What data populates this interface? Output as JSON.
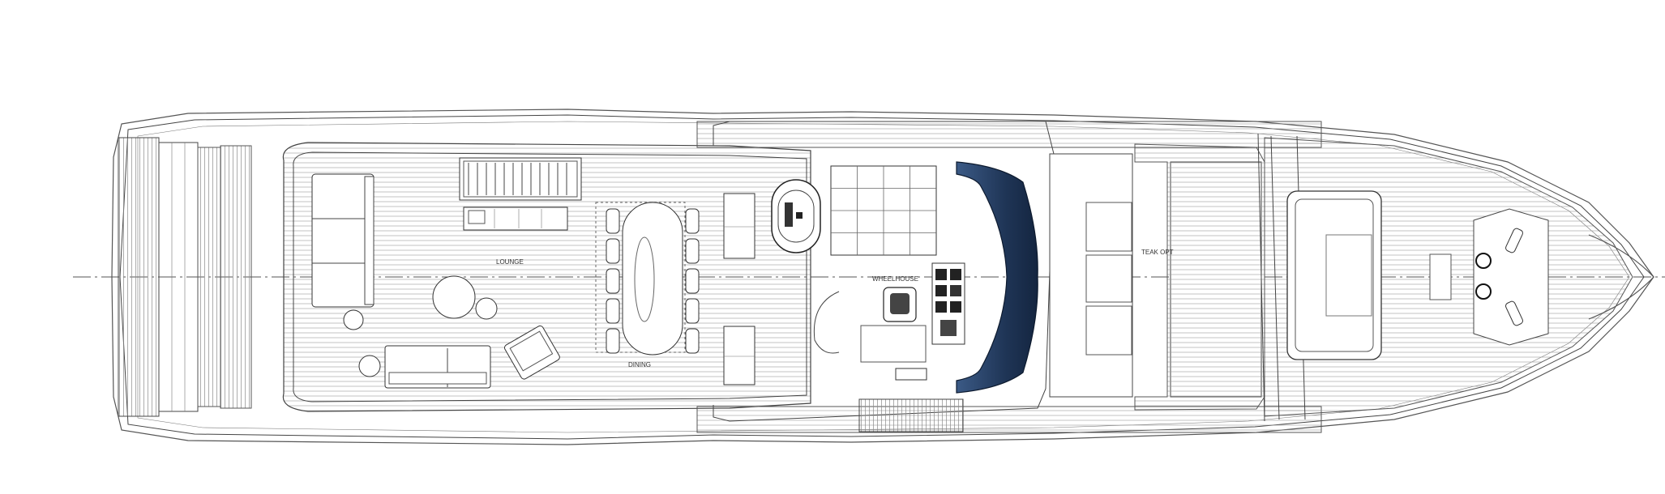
{
  "labels": {
    "lounge": "LOUNGE",
    "dining": "DINING",
    "wheelhouse": "WHEELHOUSE",
    "teak_opt": "TEAK OPT"
  },
  "colors": {
    "windshield": "#1f3556",
    "line": "#444444",
    "background": "#ffffff"
  }
}
